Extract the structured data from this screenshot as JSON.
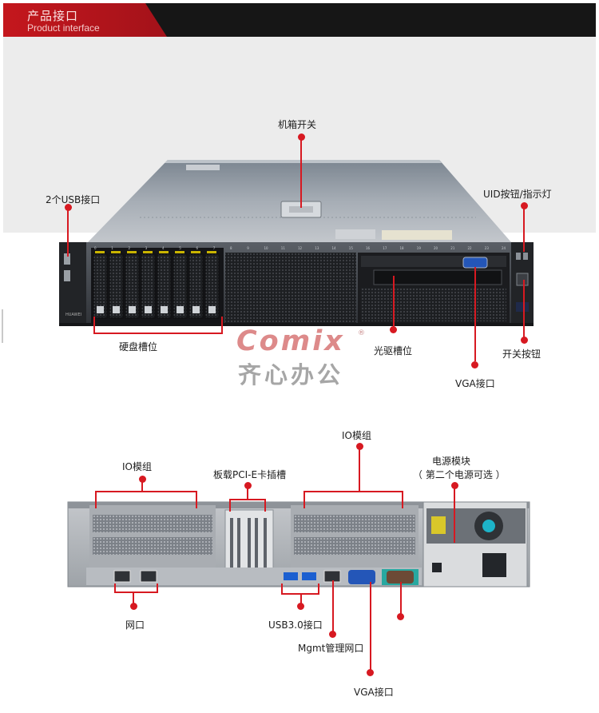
{
  "header": {
    "title": "产品接口",
    "subtitle": "Product interface"
  },
  "front_panel": {
    "label_power_switch": "机箱开关",
    "label_usb": "2个USB接口",
    "label_uid": "UID按钮/指示灯",
    "label_hdd": "硬盘槽位",
    "label_odd": "光驱槽位",
    "label_power_button": "开关按钮",
    "label_vga": "VGA接口",
    "bay_numbers": [
      "0",
      "1",
      "2",
      "3",
      "4",
      "5",
      "6",
      "7",
      "8",
      "9",
      "10",
      "11",
      "12",
      "13",
      "14",
      "15",
      "16",
      "17",
      "18",
      "19",
      "20",
      "21",
      "22",
      "23",
      "24"
    ]
  },
  "watermark": {
    "brand": "Comix",
    "brand_cn": "齐心办公"
  },
  "rear_panel": {
    "label_io_left": "IO模组",
    "label_pcie": "板载PCI-E卡插槽",
    "label_io_right": "IO模组",
    "label_psu": "电源模块",
    "label_psu_note": "（ 第二个电源可选 ）",
    "label_network": "网口",
    "label_usb3": "USB3.0接口",
    "label_mgmt": "Mgmt管理网口",
    "label_vga": "VGA接口"
  },
  "colors": {
    "accent": "#d71921",
    "banner_dark": "#161616",
    "banner_red": "#c4171d"
  }
}
